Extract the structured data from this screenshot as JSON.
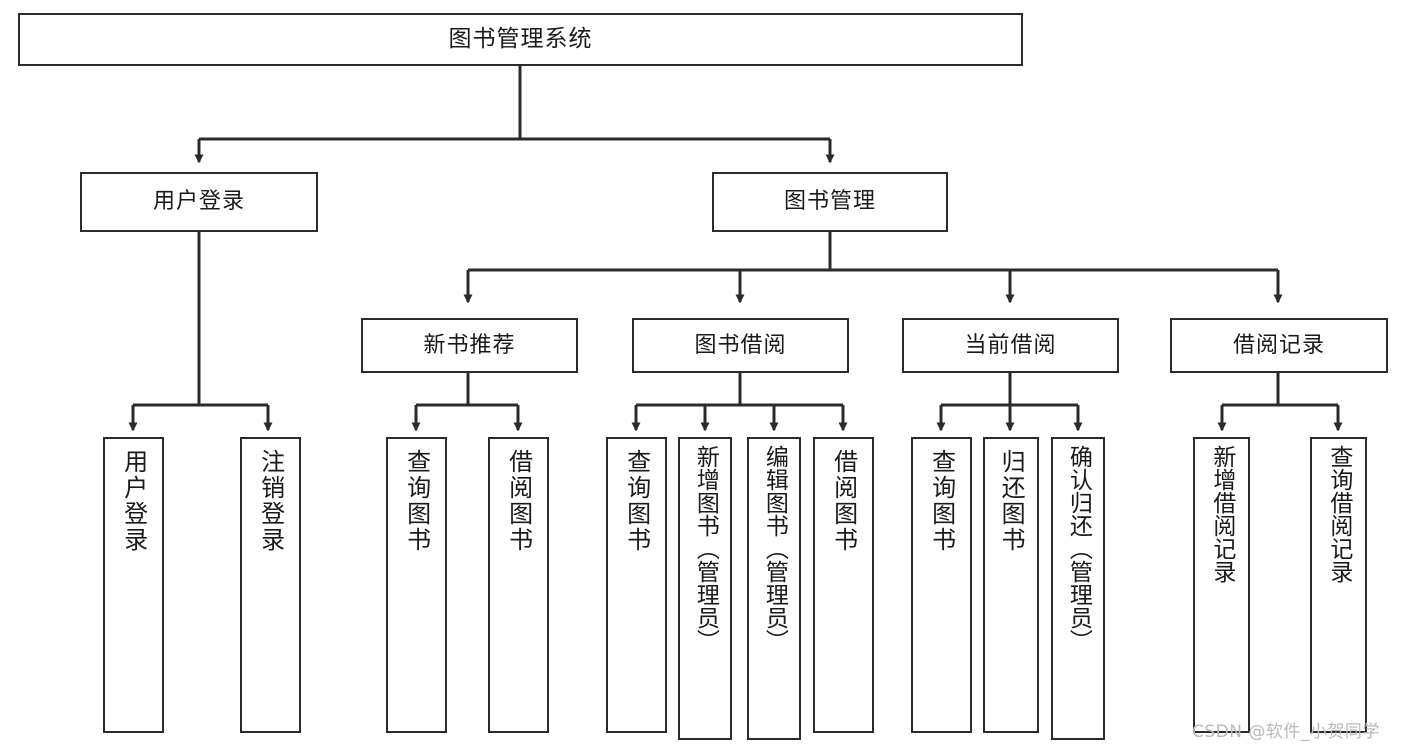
{
  "diagram": {
    "title": "图书管理系统",
    "type": "function-tree",
    "colors": {
      "border": "#2b2b2b",
      "background": "#ffffff",
      "text": "#1a1a1a",
      "watermark": "#b9b9b9"
    },
    "levels": {
      "root": {
        "label": "图书管理系统"
      },
      "level2": [
        {
          "label": "用户登录"
        },
        {
          "label": "图书管理"
        }
      ],
      "level3": [
        {
          "label": "新书推荐"
        },
        {
          "label": "图书借阅"
        },
        {
          "label": "当前借阅"
        },
        {
          "label": "借阅记录"
        }
      ],
      "leaves": {
        "user_login": [
          {
            "label": "用户登录"
          },
          {
            "label": "注销登录"
          }
        ],
        "new_book_recommend": [
          {
            "label": "查询图书"
          },
          {
            "label": "借阅图书"
          }
        ],
        "book_borrow": [
          {
            "label": "查询图书"
          },
          {
            "label": "新增图书（管理员）"
          },
          {
            "label": "编辑图书（管理员）"
          },
          {
            "label": "借阅图书"
          }
        ],
        "current_borrow": [
          {
            "label": "查询图书"
          },
          {
            "label": "归还图书"
          },
          {
            "label": "确认归还（管理员）"
          }
        ],
        "borrow_record": [
          {
            "label": "新增借阅记录"
          },
          {
            "label": "查询借阅记录"
          }
        ]
      }
    },
    "watermark": "CSDN @软件_小贺同学"
  }
}
